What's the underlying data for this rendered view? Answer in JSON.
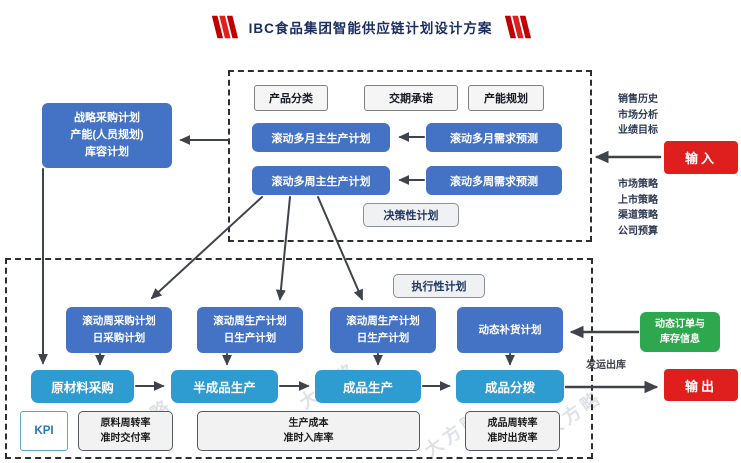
{
  "title": {
    "text": "IBC食品集团智能供应链计划设计方案"
  },
  "decision_section": {
    "label": "决策性计划",
    "top_boxes": [
      "产品分类",
      "交期承诺",
      "产能规划"
    ],
    "rows": [
      {
        "plan": "滚动多月主生产计划",
        "forecast": "滚动多月需求预测"
      },
      {
        "plan": "滚动多周主生产计划",
        "forecast": "滚动多周需求预测"
      }
    ]
  },
  "strategic_box": {
    "lines": [
      "战略采购计划",
      "产能(人员规划)",
      "库容计划"
    ]
  },
  "input_side": {
    "button": "输入",
    "notes_top": [
      "销售历史",
      "市场分析",
      "业绩目标"
    ],
    "notes_bottom": [
      "市场策略",
      "上市策略",
      "渠道策略",
      "公司预算"
    ]
  },
  "execution_section": {
    "label": "执行性计划",
    "plan_boxes": [
      {
        "line1": "滚动周采购计划",
        "line2": "日采购计划"
      },
      {
        "line1": "滚动周生产计划",
        "line2": "日生产计划"
      },
      {
        "line1": "滚动周生产计划",
        "line2": "日生产计划"
      },
      {
        "line1": "动态补货计划",
        "line2": ""
      }
    ],
    "flow_boxes": [
      "原材料采购",
      "半成品生产",
      "成品生产",
      "成品分拨"
    ],
    "ship_label": "发运出库"
  },
  "replenish_info": {
    "line1": "动态订单与",
    "line2": "库存信息"
  },
  "output_side": {
    "button": "输出"
  },
  "kpi": {
    "label": "KPI",
    "metrics": [
      {
        "line1": "原料周转率",
        "line2": "准时交付率"
      },
      {
        "line1": "生产成本",
        "line2": "准时入库率"
      },
      {
        "line1": "成品周转率",
        "line2": "准时出货率"
      }
    ]
  },
  "watermark": "大方略",
  "colors": {
    "plan_blue": "#4472C4",
    "flow_blue": "#2E9BD1",
    "accent_red": "#DF1E1E",
    "green": "#2EA84E",
    "navy": "#1F3864"
  }
}
